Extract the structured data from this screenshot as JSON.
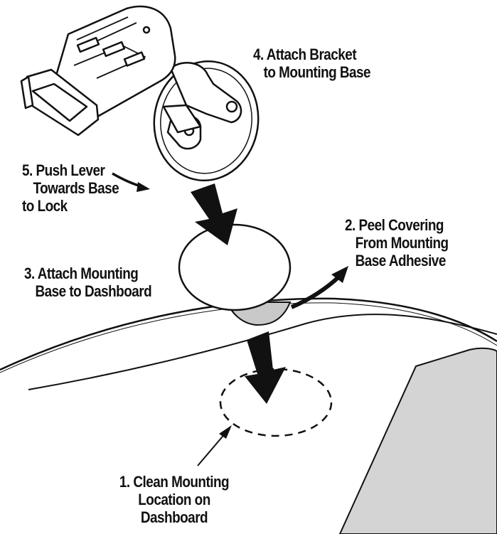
{
  "steps": [
    {
      "id": "step-1",
      "lines": [
        "1. Clean Mounting",
        "Location on",
        "Dashboard"
      ]
    },
    {
      "id": "step-2",
      "lines": [
        "2. Peel Covering",
        "From Mounting",
        "Base Adhesive"
      ]
    },
    {
      "id": "step-3",
      "lines": [
        "3. Attach Mounting",
        "Base to Dashboard"
      ]
    },
    {
      "id": "step-4",
      "lines": [
        "4. Attach Bracket",
        "to Mounting Base"
      ]
    },
    {
      "id": "step-5",
      "lines": [
        "5. Push Lever",
        "Towards Base",
        "to Lock"
      ]
    }
  ],
  "colors": {
    "line": "#111111",
    "adhesive_fill": "#c9c9c9",
    "windshield_fill": "#d4d4d4",
    "background": "#ffffff"
  },
  "icons": [
    "bracket-icon",
    "suction-mount-icon",
    "lever-icon",
    "arrow-icon",
    "mounting-location-icon"
  ]
}
